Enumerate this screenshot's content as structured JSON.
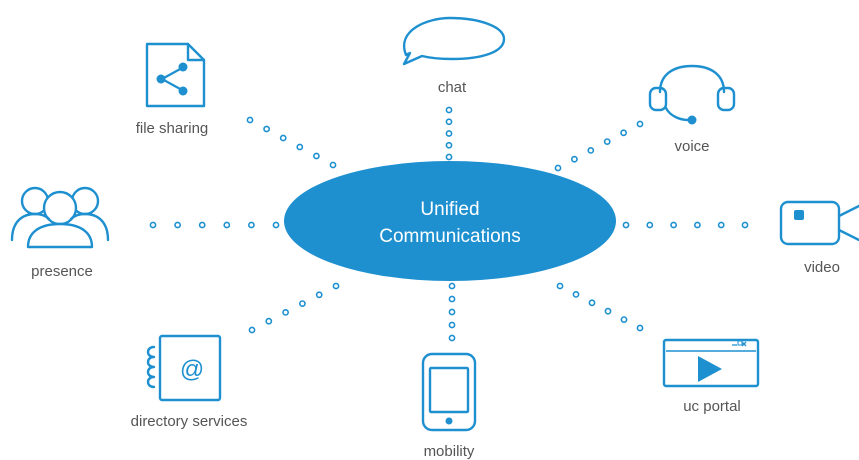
{
  "diagram": {
    "center": {
      "line1": "Unified",
      "line2": "Communications"
    },
    "nodes": {
      "chat": {
        "label": "chat",
        "icon": "speech-bubble-icon"
      },
      "voice": {
        "label": "voice",
        "icon": "headset-icon"
      },
      "video": {
        "label": "video",
        "icon": "video-camera-icon"
      },
      "uc_portal": {
        "label": "uc portal",
        "icon": "play-window-icon"
      },
      "mobility": {
        "label": "mobility",
        "icon": "smartphone-icon"
      },
      "directory_services": {
        "label": "directory services",
        "icon": "address-book-icon"
      },
      "presence": {
        "label": "presence",
        "icon": "people-group-icon"
      },
      "file_sharing": {
        "label": "file sharing",
        "icon": "shared-file-icon"
      }
    },
    "colors": {
      "accent": "#1e90d0",
      "label": "#555555",
      "background": "#ffffff"
    }
  }
}
